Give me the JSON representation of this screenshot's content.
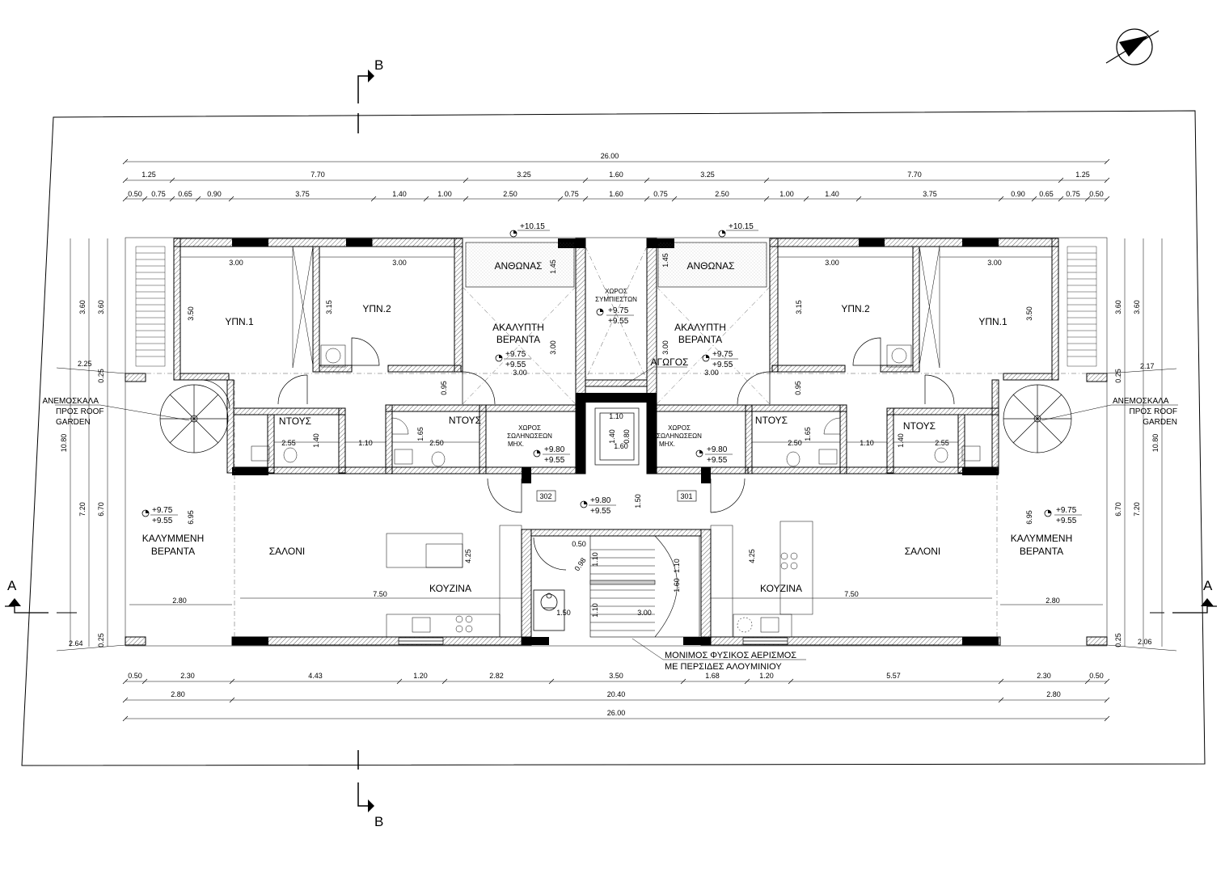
{
  "north": {
    "icon": "north-arrow-icon"
  },
  "sections": {
    "top_b": "B",
    "bottom_b": "B",
    "left_a": "A",
    "right_a": "A"
  },
  "top_dims": {
    "overall": "26.00",
    "row2": [
      "1.25",
      "7.70",
      "3.25",
      "1.60",
      "3.25",
      "7.70",
      "1.25"
    ],
    "row3": [
      "0.50",
      "0.75",
      "0.65",
      "0.90",
      "3.75",
      "1.40",
      "1.00",
      "2.50",
      "0.75",
      "1.60",
      "0.75",
      "2.50",
      "1.00",
      "1.40",
      "3.75",
      "0.90",
      "0.65",
      "0.75",
      "0.50"
    ]
  },
  "bottom_dims": {
    "row1": [
      "0.50",
      "2.30",
      "4.43",
      "1.20",
      "2.82",
      "3.50",
      "1.68",
      "1.20",
      "5.57",
      "2.30",
      "0.50"
    ],
    "row2": [
      "2.80",
      "20.40",
      "2.80"
    ],
    "overall": "26.00"
  },
  "side_dims": {
    "left_outer": "10.80",
    "left_a": "3.60",
    "left_b": "7.20",
    "left_c": "3.60",
    "left_d": "6.70",
    "left_top": "2.25",
    "left_bottom": "2.64",
    "left_025a": "0.25",
    "left_025b": "0.25",
    "right_outer": "10.80",
    "right_a": "3.60",
    "right_b": "7.20",
    "right_c": "3.60",
    "right_d": "6.70",
    "right_top": "2.17",
    "right_bottom": "2.06",
    "right_025a": "0.25",
    "right_025b": "0.25"
  },
  "rooms": {
    "bed1": "ΥΠΝ.1",
    "bed2": "ΥΠΝ.2",
    "flower": "ΑΝΘΩΝΑΣ",
    "open_veranda_1": "ΑΚΑΛΥΠΤΗ",
    "open_veranda_2": "ΒΕΡΑΝΤΑ",
    "compressors_1": "ΧΩΡΟΣ",
    "compressors_2": "ΣΥΜΠΙΕΣΤΩΝ",
    "shower": "ΝΤΟΥΣ",
    "pipes_1": "ΧΩΡΟΣ",
    "pipes_2": "ΣΩΛΗΝΩΣΕΩΝ",
    "pipes_3": "ΜΗΧ.",
    "living": "ΣΑΛΟΝΙ",
    "kitchen": "ΚΟΥΖΙΝΑ",
    "covered_1": "ΚΑΛΥΜΜΕΝΗ",
    "covered_2": "ΒΕΡΑΝΤΑ",
    "duct": "ΑΓΩΓΟΣ",
    "stair_1": "ΑΝΕΜΟΣΚΑΛΑ",
    "stair_2": "ΠΡΟΣ ROOF",
    "stair_3": "GARDEN",
    "vent_1": "ΜΟΝΙΜΟΣ ΦΥΣΙΚΟΣ ΑΕΡΙΣΜΟΣ",
    "vent_2": "ΜΕ ΠΕΡΣΙΔΕΣ ΑΛΟΥΜΙΝΙΟΥ",
    "unit_302": "302",
    "unit_301": "301"
  },
  "levels": {
    "roof": "+10.15",
    "l975": "+9.75",
    "l955": "+9.55",
    "l980": "+9.80"
  },
  "room_dims": {
    "d300": "3.00",
    "d350": "3.50",
    "d315": "3.15",
    "d145": "1.45",
    "d095": "0.95",
    "d255": "2.55",
    "d140": "1.40",
    "d110": "1.10",
    "d165": "1.65",
    "d250": "2.50",
    "d160": "1.60",
    "d080": "0.80",
    "d150": "1.50",
    "d695": "6.95",
    "d425": "4.25",
    "d280": "2.80",
    "d750": "7.50",
    "d050": "0.50",
    "d098": "0.98"
  }
}
